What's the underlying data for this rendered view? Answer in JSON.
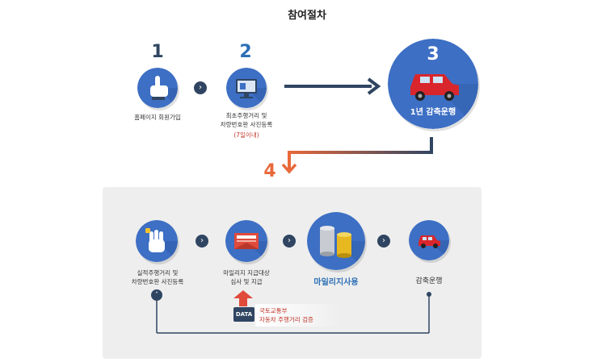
{
  "title": "참여절차",
  "steps": {
    "step1": {
      "number": "1",
      "label": "홈페이지 회원가입"
    },
    "step2": {
      "number": "2",
      "label_line1": "최초주행거리 및",
      "label_line2": "차량번호판 사진등록",
      "note": "(7일이내)"
    },
    "step3": {
      "number": "3",
      "label": "1년 감축운행"
    },
    "step4": {
      "number": "4"
    }
  },
  "panel": {
    "item1": {
      "line1": "실적주행거리 및",
      "line2": "차량번호판 사진등록"
    },
    "item2": {
      "line1": "마일리지 지급대상",
      "line2": "심사 및 지급"
    },
    "item3": {
      "label": "마일리지사용"
    },
    "item4": {
      "label": "감축운행"
    },
    "data_label": "DATA",
    "verify_line1": "국토교통부",
    "verify_line2": "자동차 주행거리 검증"
  },
  "colors": {
    "navy": "#2f4562",
    "blue_circle": "#3d6fc4",
    "step2_number": "#2c6fb5",
    "step4_number": "#e8693a",
    "red_note": "#c0392b"
  },
  "icons": [
    "pointer-hand-icon",
    "monitor-icon",
    "car-icon",
    "raised-hand-icon",
    "envelope-icon",
    "coins-icon",
    "car-small-icon"
  ]
}
